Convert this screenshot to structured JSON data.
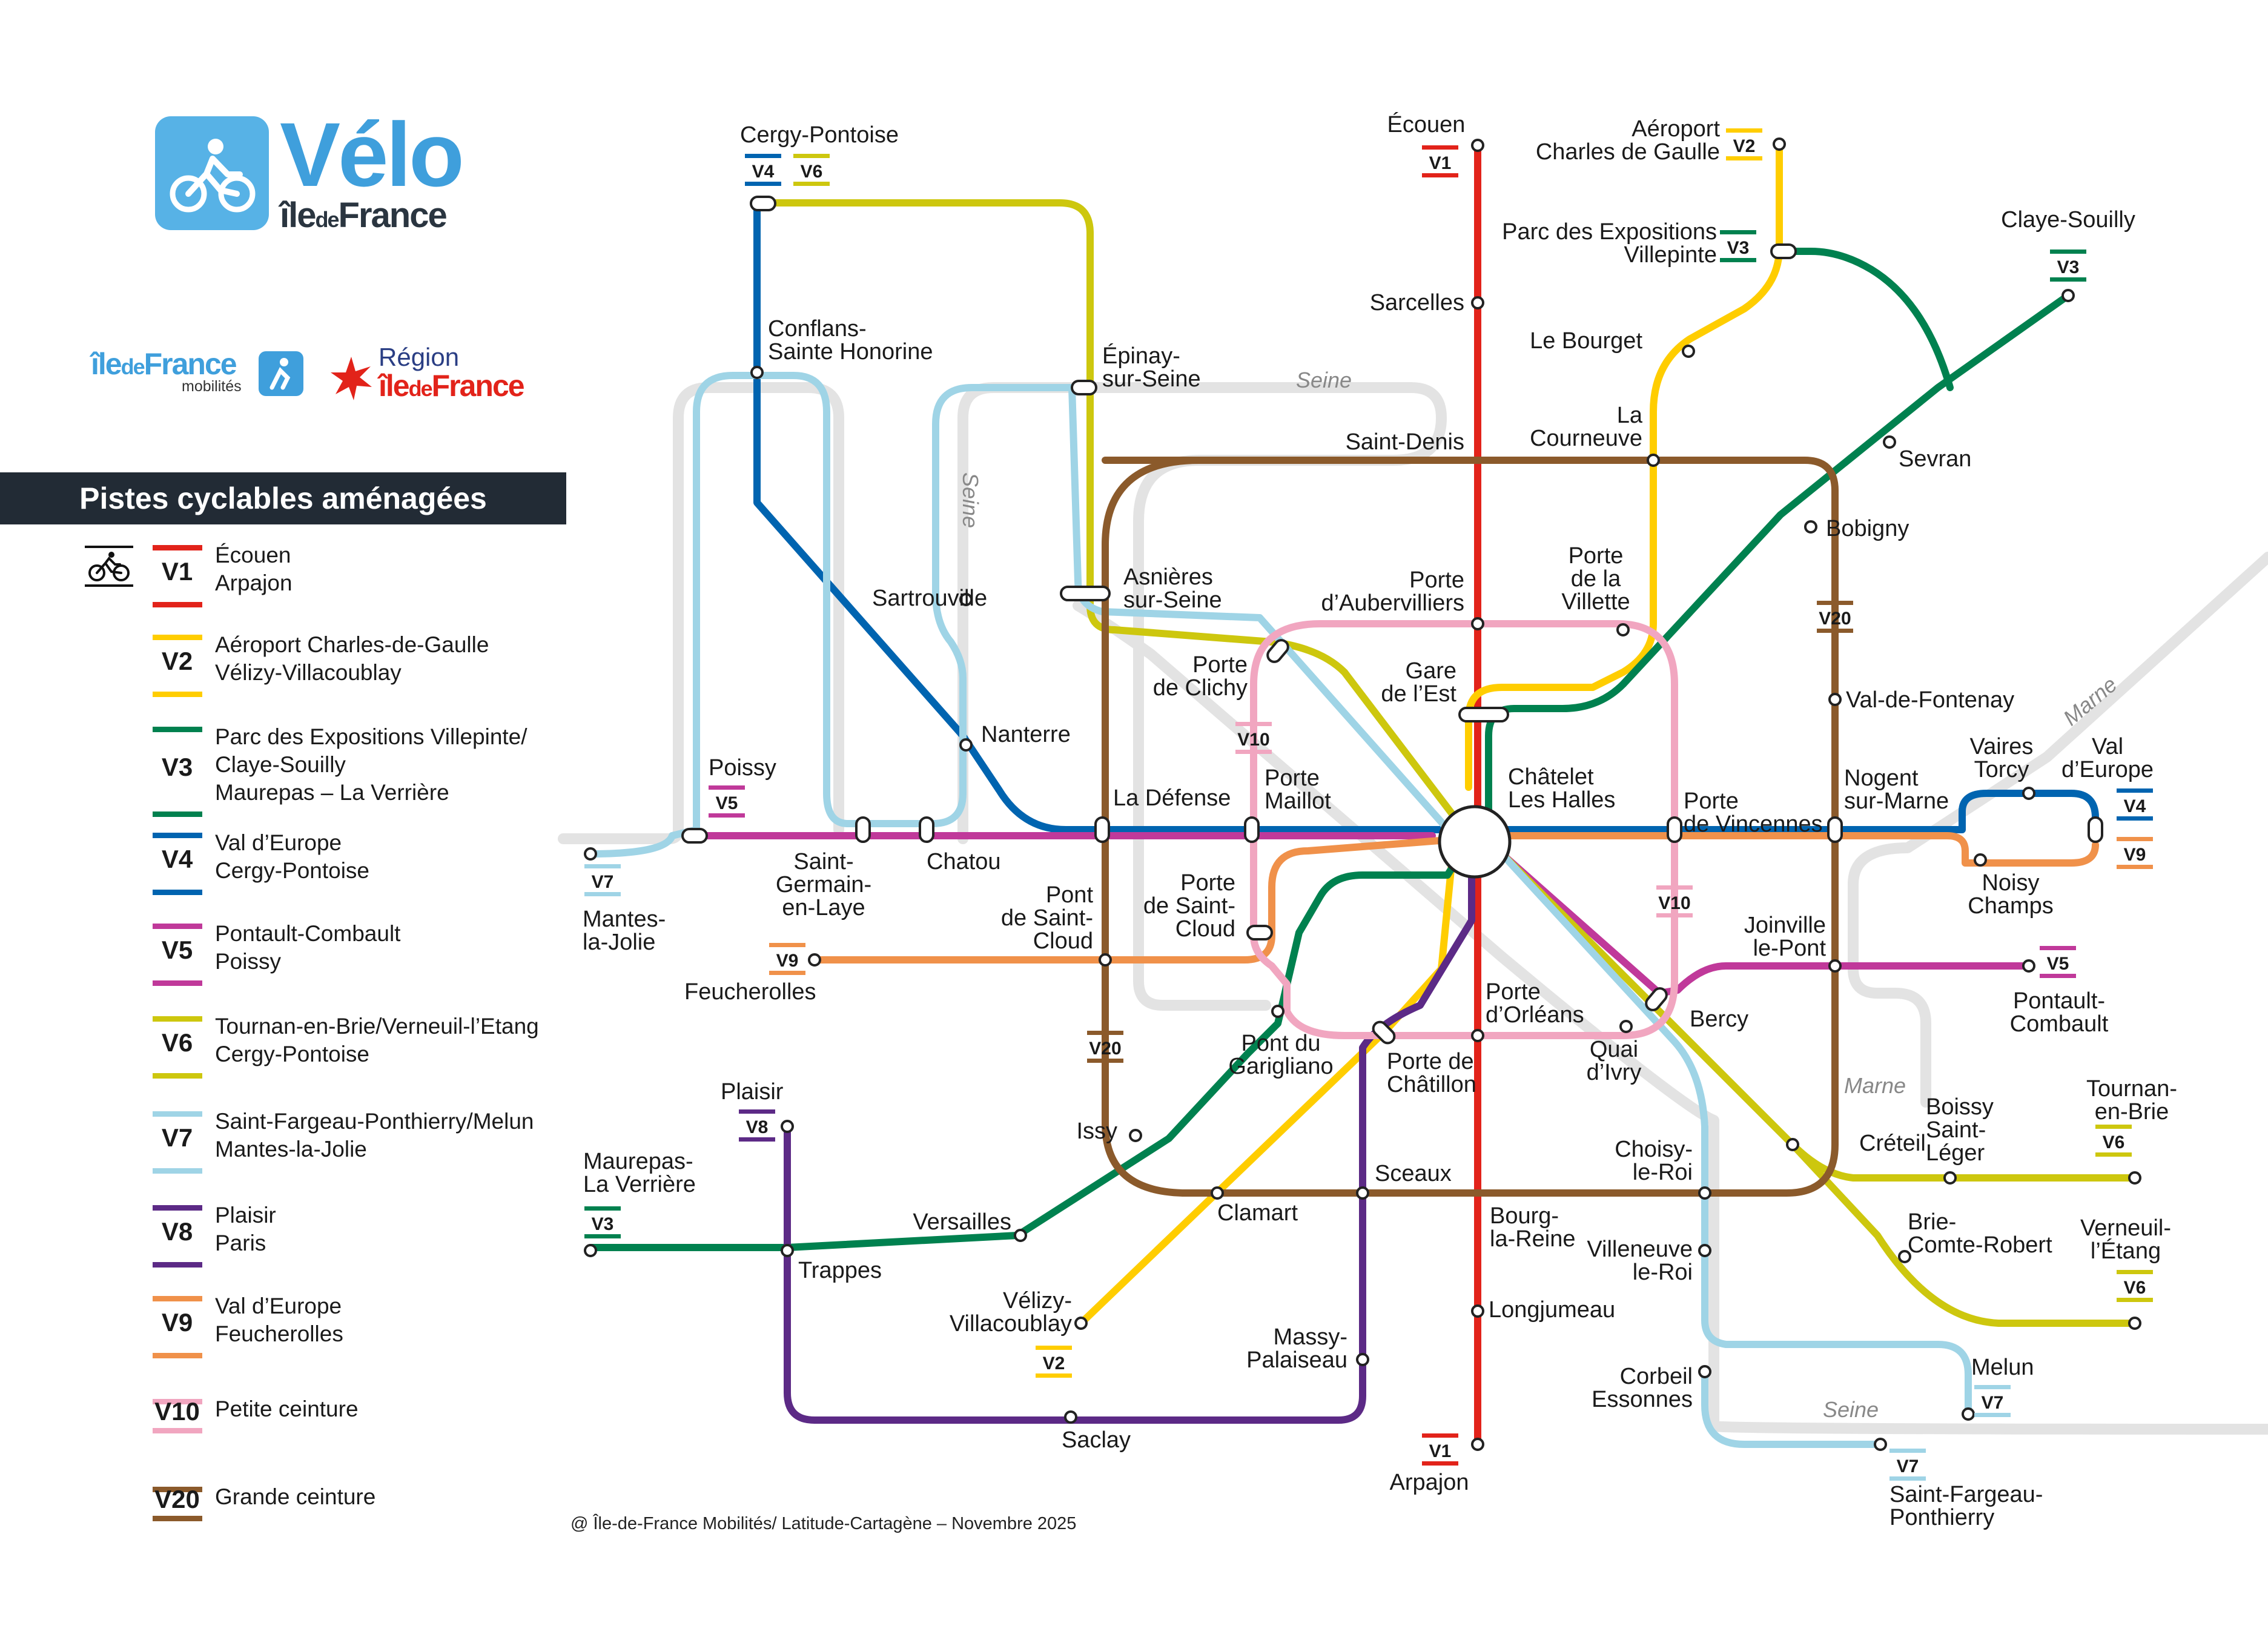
{
  "brand": {
    "velo": "Vélo",
    "idf_pre": "île",
    "idf_de": "de",
    "idf_post": "France",
    "idfm_name_pre": "île",
    "idfm_name_de": "de",
    "idfm_name_post": "France",
    "idfm_sub": "mobilités",
    "region_label": "Région",
    "region_name_pre": "île",
    "region_name_de": "de",
    "region_name_post": "France"
  },
  "legend": {
    "title": "Pistes cyclables aménagées",
    "items": [
      {
        "code": "V1",
        "color": "#e2231a",
        "lines": [
          "Écouen",
          "Arpajon"
        ]
      },
      {
        "code": "V2",
        "color": "#ffcd00",
        "lines": [
          "Aéroport Charles-de-Gaulle",
          "Vélizy-Villacoublay"
        ]
      },
      {
        "code": "V3",
        "color": "#00814f",
        "lines": [
          "Parc des Expositions Villepinte/",
          "Claye-Souilly",
          "Maurepas – La Verrière"
        ]
      },
      {
        "code": "V4",
        "color": "#0064b0",
        "lines": [
          "Val d’Europe",
          "Cergy-Pontoise"
        ]
      },
      {
        "code": "V5",
        "color": "#c0399a",
        "lines": [
          "Pontault-Combault",
          "Poissy"
        ]
      },
      {
        "code": "V6",
        "color": "#cdc70e",
        "lines": [
          "Tournan-en-Brie/Verneuil-l’Etang",
          "Cergy-Pontoise"
        ]
      },
      {
        "code": "V7",
        "color": "#9fd4e6",
        "lines": [
          "Saint-Fargeau-Ponthierry/Melun",
          "Mantes-la-Jolie"
        ]
      },
      {
        "code": "V8",
        "color": "#5c2a86",
        "lines": [
          "Plaisir",
          "Paris"
        ]
      },
      {
        "code": "V9",
        "color": "#f0914a",
        "lines": [
          "Val d’Europe",
          "Feucherolles"
        ]
      },
      {
        "code": "V10",
        "color": "#f1a6c0",
        "lines": [
          "Petite ceinture"
        ]
      },
      {
        "code": "V20",
        "color": "#8b5a2b",
        "lines": [
          "Grande ceinture"
        ]
      }
    ]
  },
  "rivers": {
    "seine": "Seine",
    "marne": "Marne"
  },
  "badges": {
    "v1": "V1",
    "v2": "V2",
    "v3": "V3",
    "v4": "V4",
    "v5": "V5",
    "v6": "V6",
    "v7": "V7",
    "v8": "V8",
    "v9": "V9",
    "v10": "V10",
    "v20": "V20"
  },
  "stations": {
    "ecouen": "Écouen",
    "sarcelles": "Sarcelles",
    "saint_denis": "Saint-Denis",
    "porte_aubervilliers": [
      "Porte",
      "d’Aubervilliers"
    ],
    "gare_est": [
      "Gare",
      "de l’Est"
    ],
    "chatelet": [
      "Châtelet",
      "Les Halles"
    ],
    "porte_orleans": [
      "Porte",
      "d’Orléans"
    ],
    "bourg_la_reine": [
      "Bourg-",
      "la-Reine"
    ],
    "longjumeau": "Longjumeau",
    "arpajon": "Arpajon",
    "aeroport": [
      "Aéroport",
      "Charles de Gaulle"
    ],
    "parc_expo": [
      "Parc des Expositions",
      "Villepinte"
    ],
    "le_bourget": "Le Bourget",
    "la_courneuve": [
      "La",
      "Courneuve"
    ],
    "porte_villette": [
      "Porte",
      "de la",
      "Villette"
    ],
    "claye_souilly": "Claye-Souilly",
    "sevran": "Sevran",
    "bobigny": "Bobigny",
    "val_de_fontenay": "Val-de-Fontenay",
    "nogent": [
      "Nogent",
      "sur-Marne"
    ],
    "vaires": [
      "Vaires",
      "Torcy"
    ],
    "val_europe": [
      "Val",
      "d’Europe"
    ],
    "noisy_champs": [
      "Noisy",
      "Champs"
    ],
    "joinville": [
      "Joinville",
      "le-Pont"
    ],
    "pontault": [
      "Pontault-",
      "Combault"
    ],
    "tournan": [
      "Tournan-",
      "en-Brie"
    ],
    "boissy": [
      "Boissy",
      "Saint-",
      "Léger"
    ],
    "creteil": "Créteil",
    "brie": [
      "Brie-",
      "Comte-Robert"
    ],
    "verneuil": [
      "Verneuil-",
      "l’Étang"
    ],
    "bercy": "Bercy",
    "quai_ivry": [
      "Quai",
      "d’Ivry"
    ],
    "choisy": [
      "Choisy-",
      "le-Roi"
    ],
    "villeneuve": [
      "Villeneuve",
      "le-Roi"
    ],
    "corbeil": [
      "Corbeil",
      "Essonnes"
    ],
    "melun": "Melun",
    "saint_fargeau": [
      "Saint-Fargeau-",
      "Ponthierry"
    ],
    "porte_vincennes": [
      "Porte",
      "de Vincennes"
    ],
    "cergy": "Cergy-Pontoise",
    "conflans": [
      "Conflans-",
      "Sainte Honorine"
    ],
    "epinay": [
      "Épinay-",
      "sur-Seine"
    ],
    "sartrouville": "Sartrouville",
    "nanterre": "Nanterre",
    "la_defense": "La Défense",
    "porte_maillot": [
      "Porte",
      "Maillot"
    ],
    "asnieres": [
      "Asnières",
      "sur-Seine"
    ],
    "porte_clichy": [
      "Porte",
      "de Clichy"
    ],
    "poissy": "Poissy",
    "mantes": [
      "Mantes-",
      "la-Jolie"
    ],
    "saint_germain": [
      "Saint-",
      "Germain-",
      "en-Laye"
    ],
    "chatou": "Chatou",
    "feucherolles": "Feucherolles",
    "pont_saint_cloud": [
      "Pont",
      "de Saint-",
      "Cloud"
    ],
    "porte_saint_cloud": [
      "Porte",
      "de Saint-",
      "Cloud"
    ],
    "pont_garigliano": [
      "Pont du",
      "Garigliano"
    ],
    "porte_chatillon": [
      "Porte de",
      "Châtillon"
    ],
    "issy": "Issy",
    "clamart": "Clamart",
    "sceaux": "Sceaux",
    "plaisir": "Plaisir",
    "maurepas": [
      "Maurepas-",
      "La Verrière"
    ],
    "trappes": "Trappes",
    "versailles": "Versailles",
    "velizy": [
      "Vélizy-",
      "Villacoublay"
    ],
    "massy": [
      "Massy-",
      "Palaiseau"
    ],
    "saclay": "Saclay"
  },
  "credit": "@ Île-de-France Mobilités/ Latitude-Cartagène – Novembre 2025"
}
